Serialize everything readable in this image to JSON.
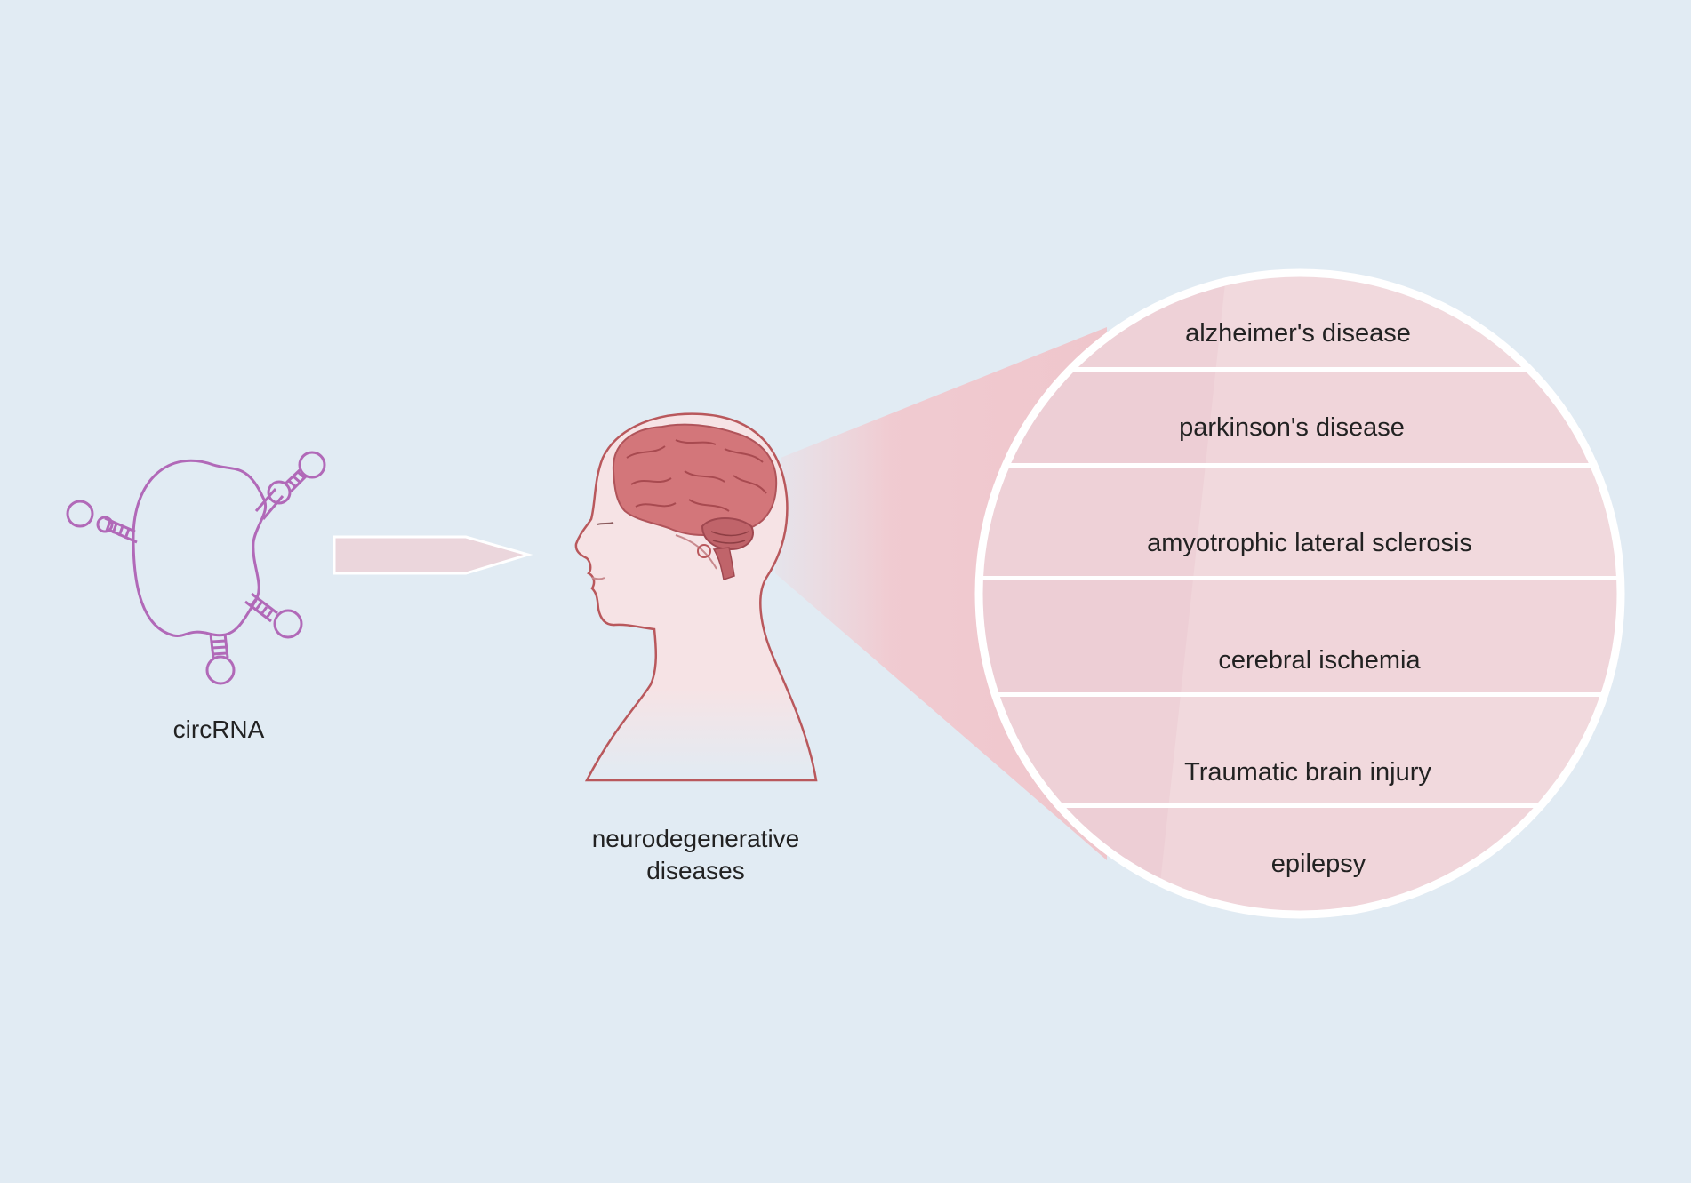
{
  "colors": {
    "background": "#e1ebf3",
    "rna_stroke": "#b169b8",
    "skin": "#f6e3e5",
    "skin_outline": "#b9585c",
    "brain": "#d3767a",
    "brain_dark": "#b0545a",
    "band_fill": "#f1d9dd",
    "zoom_circle_border": "#ffffff"
  },
  "labels": {
    "circrna": "circRNA",
    "category_line1": "neurodegenerative",
    "category_line2": "diseases"
  },
  "arrow": {
    "direction": "right"
  },
  "icons": [
    "circrna-structure-icon",
    "head-profile-icon",
    "brain-icon"
  ],
  "diseases": [
    {
      "name": "alzheimer's disease"
    },
    {
      "name": "parkinson's disease"
    },
    {
      "name": "amyotrophic lateral sclerosis"
    },
    {
      "name": "cerebral ischemia"
    },
    {
      "name": "Traumatic brain injury"
    },
    {
      "name": "epilepsy"
    }
  ]
}
